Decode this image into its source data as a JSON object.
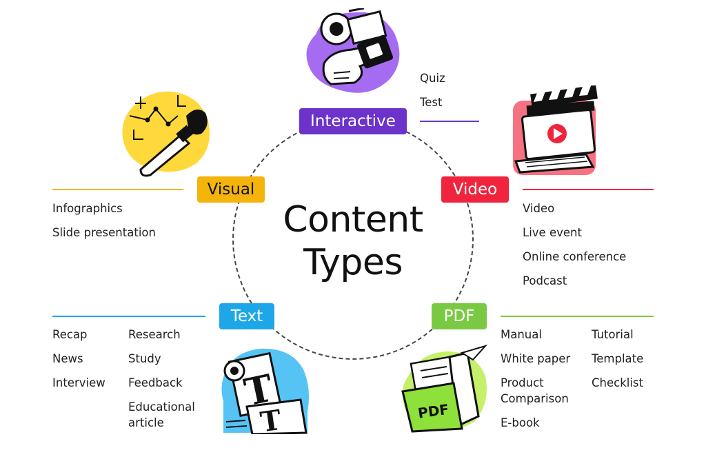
{
  "title": {
    "line1": "Content",
    "line2": "Types"
  },
  "colors": {
    "interactive": "#6b33c9",
    "visual": "#f4b40b",
    "video": "#f0243d",
    "text": "#1ea7e8",
    "pdf": "#7ac943"
  },
  "interactive": {
    "label": "Interactive",
    "items": [
      "Quiz",
      "Test"
    ]
  },
  "visual": {
    "label": "Visual",
    "items": [
      "Infographics",
      "Slide presentation"
    ]
  },
  "video": {
    "label": "Video",
    "items": [
      "Video",
      "Live event",
      "Online conference",
      "Podcast"
    ]
  },
  "text": {
    "label": "Text",
    "col1": [
      "Recap",
      "News",
      "Interview"
    ],
    "col2": [
      "Research",
      "Study",
      "Feedback",
      "Educational",
      "article"
    ]
  },
  "pdf": {
    "label": "PDF",
    "col1": [
      "Manual",
      "White paper",
      "Product",
      "Comparison",
      "E-book"
    ],
    "col2": [
      "Tutorial",
      "Template",
      "Checklist"
    ],
    "icon_text": "PDF"
  },
  "icons": [
    "watch-hand-icon",
    "clapperboard-laptop-icon",
    "paintbrush-icon",
    "text-tool-icon",
    "pdf-folder-icon"
  ]
}
